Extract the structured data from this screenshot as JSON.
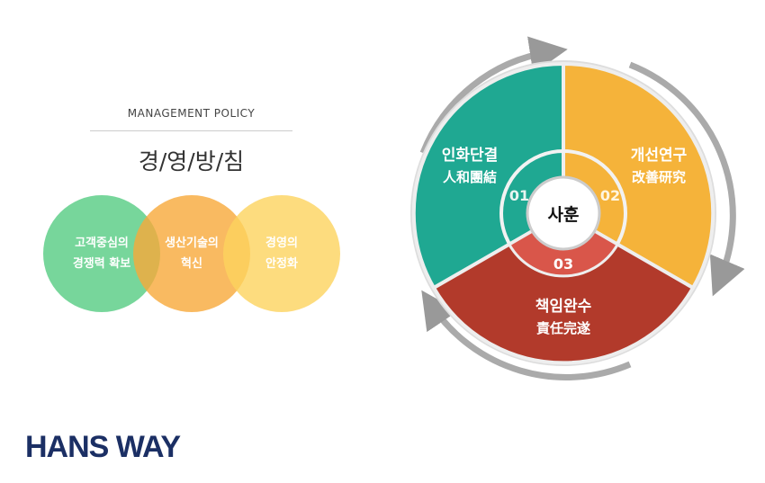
{
  "policy": {
    "subtitle": "MANAGEMENT  POLICY",
    "title": "경/영/방/침",
    "circles": [
      {
        "text": "고객중심의\n경쟁력 확보",
        "color": "#5fcf8a"
      },
      {
        "text": "생산기술의\n혁신",
        "color": "#f7a93a"
      },
      {
        "text": "경영의\n안정화",
        "color": "#fdd35e"
      }
    ]
  },
  "motto": {
    "center": "사훈",
    "segments": [
      {
        "num": "01",
        "ko": "인화단결",
        "hanja": "人和團結",
        "color": "#1fa892"
      },
      {
        "num": "02",
        "ko": "개선연구",
        "hanja": "改善研究",
        "color": "#f5b33a"
      },
      {
        "num": "03",
        "ko": "책임완수",
        "hanja": "責任完遂",
        "color": "#b23a2b"
      }
    ]
  },
  "logo": {
    "text": "HANS WAY"
  }
}
